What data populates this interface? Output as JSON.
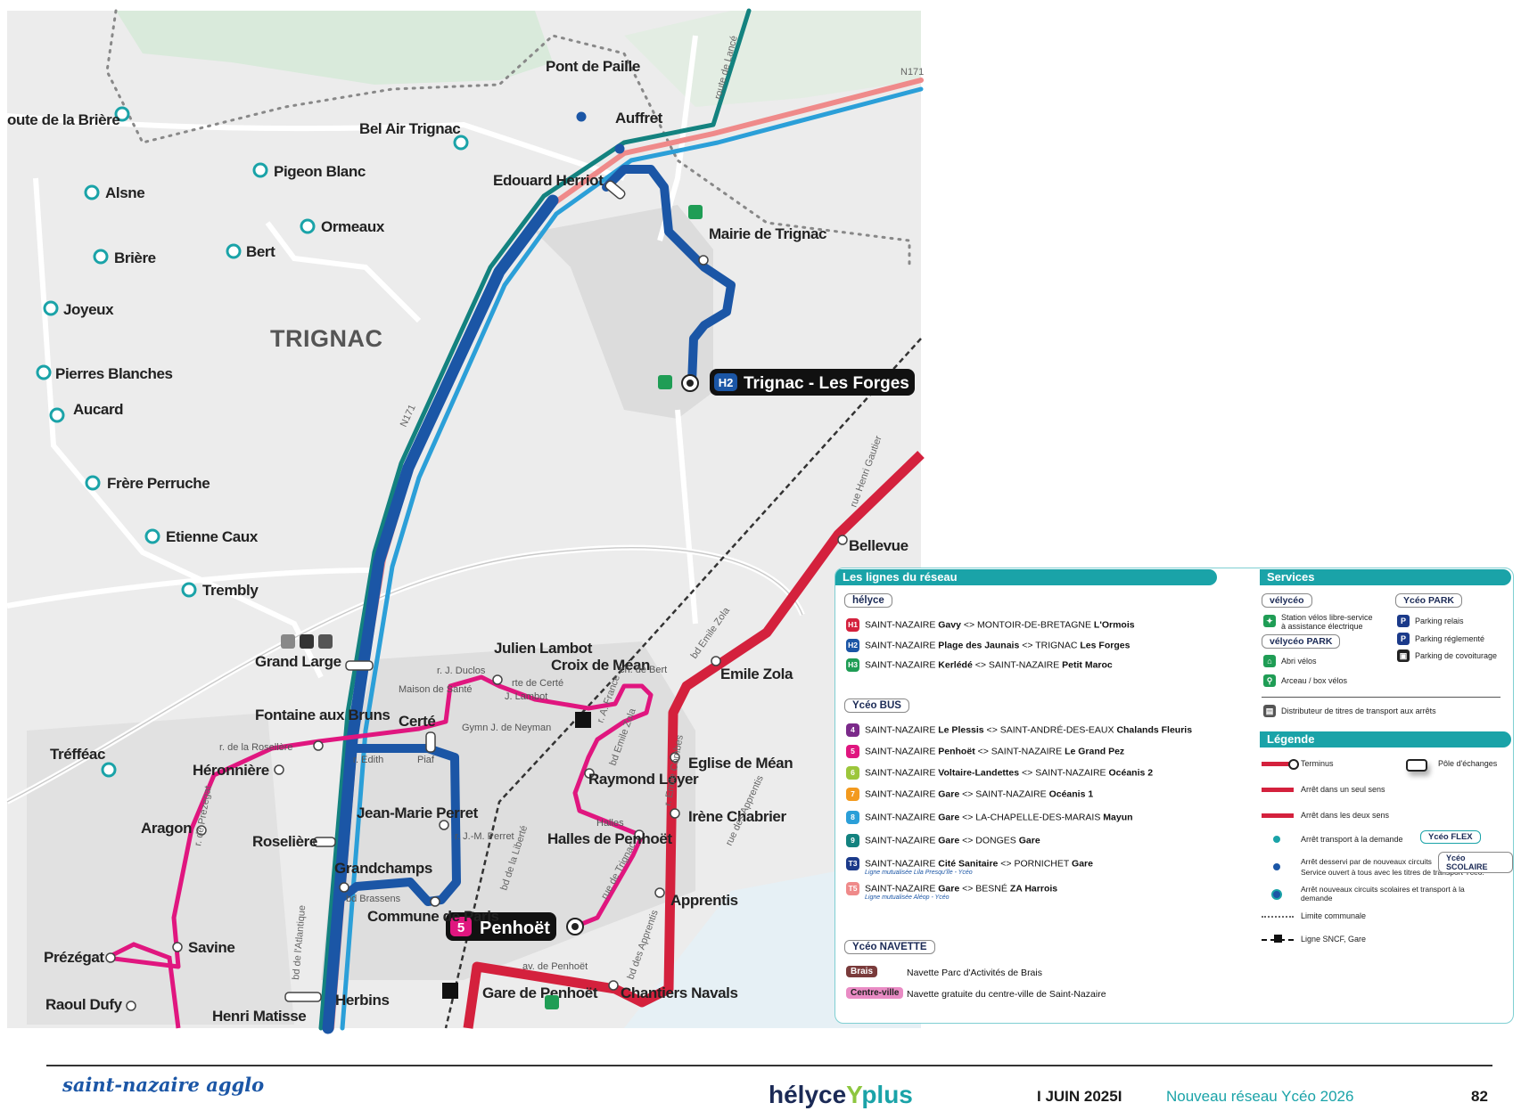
{
  "map": {
    "town_label": "TRIGNAC",
    "terminus_h2": {
      "badge": "H2",
      "label": "Trignac - Les Forges"
    },
    "terminus_5": {
      "badge": "5",
      "label": "Penhoët"
    },
    "stops": [
      "Pont de Paille",
      "Auffret",
      "oute de la Brière",
      "Bel Air Trignac",
      "Pigeon Blanc",
      "Alsne",
      "Ormeaux",
      "Brière",
      "Bert",
      "Joyeux",
      "Pierres Blanches",
      "Aucard",
      "Frère Perruche",
      "Etienne Caux",
      "Trembly",
      "Edouard Herriot",
      "Mairie de Trignac",
      "Grand Large",
      "Julien Lambot",
      "Croix de Méan",
      "Fontaine aux Bruns",
      "Certé",
      "Tréfféac",
      "Héronnière",
      "Emile Zola",
      "Bellevue",
      "Eglise de Méan",
      "Raymond Loyer",
      "Aragon",
      "Jean-Marie Perret",
      "Irène Chabrier",
      "Roselière",
      "Halles de Penhoët",
      "Grandchamps",
      "Apprentis",
      "Commune de Paris",
      "Savine",
      "Prézégat",
      "Gare de Penhoët",
      "Chantiers Navals",
      "Raoul Dufy",
      "Herbins",
      "Henri Matisse"
    ],
    "small_labels": [
      "Maison de Santé",
      "J. Lambot",
      "Gymn J. de Neyman",
      "r. de la Rosellère",
      "Halles",
      "ch. de Bert",
      "r. J. Duclos",
      "rte de Certé",
      "r. Edith",
      "Piaf",
      "r. J.-M. Perret",
      "bd Brassens",
      "av. de Penhoët",
      "bd Emile Zola",
      "rue de Trignac",
      "r. de Prézegat",
      "bd de l'Atlantique",
      "route de Lancé",
      "rue Henri Gautier",
      "N171",
      "N171",
      "bd Emile Zola",
      "r. Emile Combes",
      "rue des Apprentis",
      "bd des Apprentis",
      "r. A. France",
      "bd de la Liberté"
    ]
  },
  "legend": {
    "section_lines": "Les lignes du réseau",
    "section_services": "Services",
    "section_legend": "Légende",
    "brand_helyce": "hélyce",
    "brand_yceo_bus": "Ycéo BUS",
    "brand_yceo_navette": "Ycéo NAVETTE",
    "lines": [
      {
        "badge": "H1",
        "color": "#d4213d",
        "pre": "SAINT-NAZAIRE ",
        "b1": "Gavy",
        "mid": " <> MONTOIR-DE-BRETAGNE ",
        "b2": "L'Ormois"
      },
      {
        "badge": "H2",
        "color": "#1b56a6",
        "pre": "SAINT-NAZAIRE ",
        "b1": "Plage des Jaunais",
        "mid": " <> TRIGNAC ",
        "b2": "Les Forges"
      },
      {
        "badge": "H3",
        "color": "#1f9d55",
        "pre": "SAINT-NAZAIRE ",
        "b1": "Kerlédé",
        "mid": " <> SAINT-NAZAIRE ",
        "b2": "Petit Maroc"
      },
      {
        "badge": "4",
        "color": "#7b2a8a",
        "pre": "SAINT-NAZAIRE ",
        "b1": "Le Plessis",
        "mid": " <> SAINT-ANDRÉ-DES-EAUX ",
        "b2": "Chalands Fleuris"
      },
      {
        "badge": "5",
        "color": "#e0167f",
        "pre": "SAINT-NAZAIRE ",
        "b1": "Penhoët",
        "mid": " <> SAINT-NAZAIRE ",
        "b2": "Le Grand Pez"
      },
      {
        "badge": "6",
        "color": "#9cc63b",
        "pre": "SAINT-NAZAIRE ",
        "b1": "Voltaire-Landettes",
        "mid": " <> SAINT-NAZAIRE ",
        "b2": "Océanis 2"
      },
      {
        "badge": "7",
        "color": "#f39a1e",
        "pre": "SAINT-NAZAIRE ",
        "b1": "Gare",
        "mid": " <> SAINT-NAZAIRE ",
        "b2": "Océanis 1"
      },
      {
        "badge": "8",
        "color": "#2b9fd8",
        "pre": "SAINT-NAZAIRE ",
        "b1": "Gare",
        "mid": " <> LA-CHAPELLE-DES-MARAIS ",
        "b2": "Mayun"
      },
      {
        "badge": "9",
        "color": "#13827f",
        "pre": "SAINT-NAZAIRE ",
        "b1": "Gare",
        "mid": " <> DONGES ",
        "b2": "Gare"
      },
      {
        "badge": "T3",
        "color": "#1b3a8a",
        "pre": "SAINT-NAZAIRE ",
        "b1": "Cité Sanitaire",
        "mid": " <> PORNICHET ",
        "b2": "Gare",
        "note": "Ligne mutualisée Lila Presqu'île - Ycéo"
      },
      {
        "badge": "T5",
        "color": "#ef8a8a",
        "pre": "SAINT-NAZAIRE ",
        "b1": "Gare",
        "mid": " <> BESNÉ ",
        "b2": "ZA Harrois",
        "note": "Ligne mutualisée Aléop - Ycéo"
      }
    ],
    "navettes": [
      {
        "badge": "Brais",
        "color": "#7a3b3b",
        "text": "Navette Parc d'Activités de Brais"
      },
      {
        "badge": "Centre-ville",
        "color": "#e98bc4",
        "text": "Navette gratuite du centre-ville de Saint-Nazaire"
      }
    ],
    "services": {
      "velyceo": "vélycéo",
      "velyceo_park": "vélycéo PARK",
      "yceo_park": "Ycéo PARK",
      "station": "Station vélos libre-service à assistance électrique",
      "abri": "Abri vélos",
      "arceau": "Arceau / box vélos",
      "relais": "Parking relais",
      "reglemente": "Parking réglementé",
      "covoiturage": "Parking de covoiturage",
      "distributeur": "Distributeur de titres de transport aux arrêts"
    },
    "legend_items": {
      "terminus": "Terminus",
      "pole": "Pôle d'échanges",
      "un_sens": "Arrêt dans un seul sens",
      "deux_sens": "Arrêt dans les deux sens",
      "tad": "Arrêt transport à la demande",
      "flex": "Ycéo FLEX",
      "nouveaux": "Arrêt desservi par de nouveaux circuits",
      "nouveaux2": "Service ouvert à tous avec les titres de transport Ycéo.",
      "scolaire": "Ycéo SCOLAIRE",
      "scolaires": "Arrêt nouveaux circuits scolaires et transport à la demande",
      "limite": "Limite communale",
      "sncf": "Ligne SNCF, Gare"
    }
  },
  "footer": {
    "logo_left": "saint-nazaire agglo",
    "logo_center_a": "hélyce",
    "logo_center_b": "plus",
    "date": "I JUIN 2025I",
    "title": "Nouveau réseau Ycéo 2026",
    "page": "82"
  }
}
